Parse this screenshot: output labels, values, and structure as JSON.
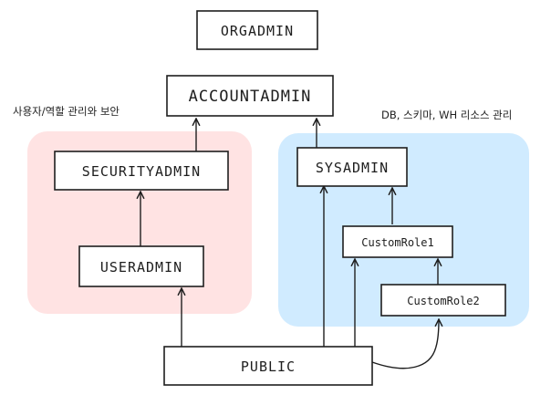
{
  "groups": {
    "security": {
      "note": "사용자/역할 관리와 보안",
      "fill": "#ffe3e3"
    },
    "system": {
      "note": "DB, 스키마, WH 리소스 관리",
      "fill": "#d0ebff"
    }
  },
  "roles": {
    "orgadmin": "ORGADMIN",
    "accountadmin": "ACCOUNTADMIN",
    "securityadmin": "SECURITYADMIN",
    "useradmin": "USERADMIN",
    "sysadmin": "SYSADMIN",
    "customrole1": "CustomRole1",
    "customrole2": "CustomRole2",
    "public": "PUBLIC"
  },
  "edges": [
    {
      "from": "PUBLIC",
      "to": "USERADMIN"
    },
    {
      "from": "USERADMIN",
      "to": "SECURITYADMIN"
    },
    {
      "from": "SECURITYADMIN",
      "to": "ACCOUNTADMIN"
    },
    {
      "from": "SYSADMIN",
      "to": "ACCOUNTADMIN"
    },
    {
      "from": "PUBLIC",
      "to": "SYSADMIN"
    },
    {
      "from": "CustomRole1",
      "to": "SYSADMIN"
    },
    {
      "from": "PUBLIC",
      "to": "CustomRole1"
    },
    {
      "from": "CustomRole2",
      "to": "CustomRole1"
    },
    {
      "from": "PUBLIC",
      "to": "CustomRole2"
    }
  ]
}
